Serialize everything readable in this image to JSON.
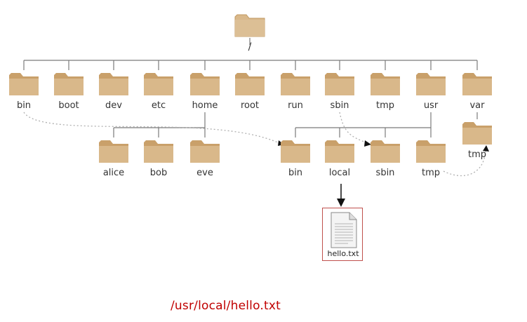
{
  "root_label": "/",
  "top_level": [
    "bin",
    "boot",
    "dev",
    "etc",
    "home",
    "root",
    "run",
    "sbin",
    "tmp",
    "usr",
    "var"
  ],
  "home_children": [
    "alice",
    "bob",
    "eve"
  ],
  "usr_children": [
    "bin",
    "local",
    "sbin",
    "tmp"
  ],
  "var_children": [
    "tmp"
  ],
  "file_name": "hello.txt",
  "path_caption": "/usr/local/hello.txt",
  "colors": {
    "folder_body": "#d9b88a",
    "folder_tab": "#c9a06a",
    "line": "#7a7a7a",
    "highlight": "#c0504d",
    "path_text": "#c00000"
  }
}
